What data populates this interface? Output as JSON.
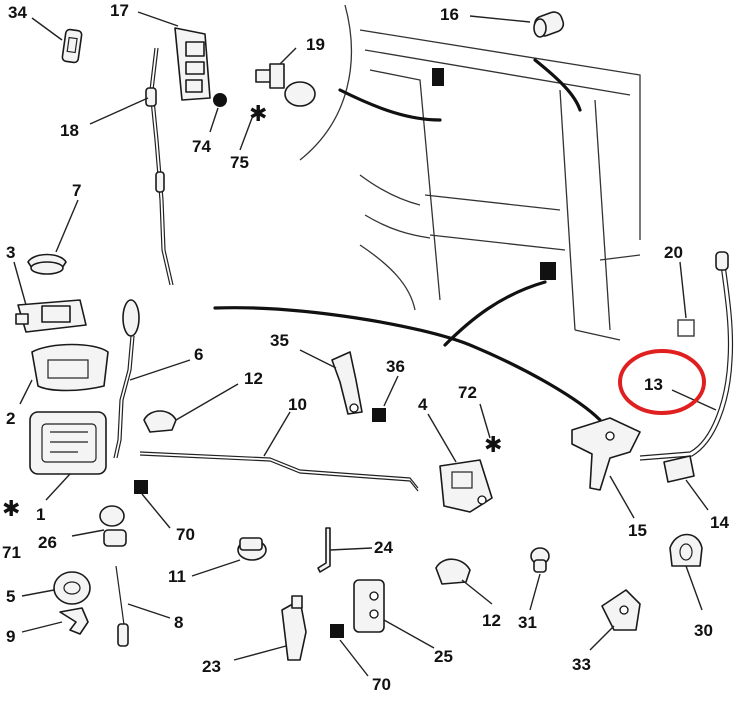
{
  "callouts": [
    {
      "id": "c34",
      "text": "34"
    },
    {
      "id": "c17",
      "text": "17"
    },
    {
      "id": "c19",
      "text": "19"
    },
    {
      "id": "c16",
      "text": "16"
    },
    {
      "id": "c18",
      "text": "18"
    },
    {
      "id": "c74",
      "text": "74"
    },
    {
      "id": "c75",
      "text": "75"
    },
    {
      "id": "c7",
      "text": "7"
    },
    {
      "id": "c3",
      "text": "3"
    },
    {
      "id": "c20",
      "text": "20"
    },
    {
      "id": "c6",
      "text": "6"
    },
    {
      "id": "c35",
      "text": "35"
    },
    {
      "id": "c36",
      "text": "36"
    },
    {
      "id": "c12a",
      "text": "12"
    },
    {
      "id": "c2",
      "text": "2"
    },
    {
      "id": "c72",
      "text": "72"
    },
    {
      "id": "c13",
      "text": "13"
    },
    {
      "id": "c10",
      "text": "10"
    },
    {
      "id": "c4",
      "text": "4"
    },
    {
      "id": "c1",
      "text": "1"
    },
    {
      "id": "c71",
      "text": "71"
    },
    {
      "id": "c70a",
      "text": "70"
    },
    {
      "id": "c26",
      "text": "26"
    },
    {
      "id": "c15",
      "text": "15"
    },
    {
      "id": "c14",
      "text": "14"
    },
    {
      "id": "c24",
      "text": "24"
    },
    {
      "id": "c11",
      "text": "11"
    },
    {
      "id": "c5",
      "text": "5"
    },
    {
      "id": "c8",
      "text": "8"
    },
    {
      "id": "c9",
      "text": "9"
    },
    {
      "id": "c12b",
      "text": "12"
    },
    {
      "id": "c31",
      "text": "31"
    },
    {
      "id": "c30",
      "text": "30"
    },
    {
      "id": "c25",
      "text": "25"
    },
    {
      "id": "c23",
      "text": "23"
    },
    {
      "id": "c33",
      "text": "33"
    },
    {
      "id": "c70b",
      "text": "70"
    }
  ],
  "highlight": {
    "target": "13",
    "color": "#e02020"
  },
  "colors": {
    "ink": "#111111",
    "paper": "#ffffff"
  }
}
